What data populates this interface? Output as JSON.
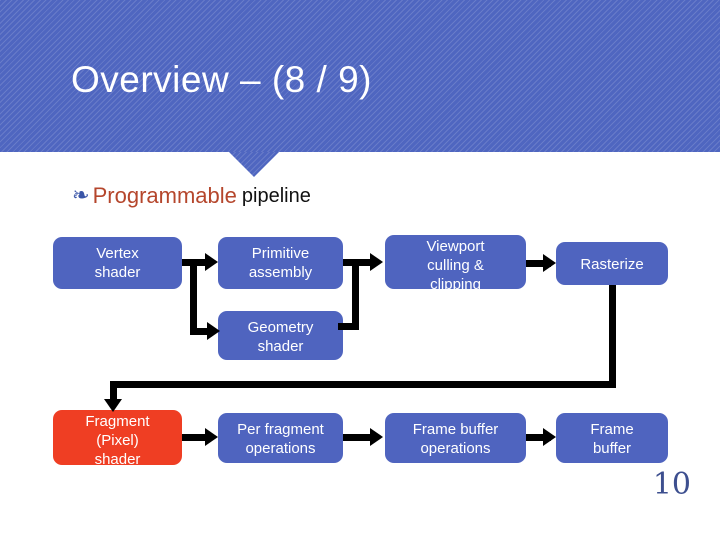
{
  "slide": {
    "title": "Overview – (8 / 9)",
    "page_number": "10",
    "colors": {
      "header_blue": "#4f66c0",
      "box_blue": "#4f64bf",
      "box_red": "#ef3e23",
      "bullet_blue": "#3a55a8",
      "heading_red": "#b5462c",
      "page_number": "#3d4f8f",
      "connector_black": "#000000"
    }
  },
  "bullet": {
    "glyph": "❧",
    "glyph_name": "swirl-ornament-bullet",
    "emphasis_text": "Programmable",
    "rest_text": "pipeline"
  },
  "diagram": {
    "name": "programmable-graphics-pipeline",
    "boxes": [
      {
        "id": "vertex-shader",
        "label": "Vertex\nshader",
        "line1": "Vertex",
        "line2": "shader",
        "line3": "",
        "color": "blue"
      },
      {
        "id": "primitive-assembly",
        "label": "Primitive\nassembly",
        "line1": "Primitive",
        "line2": "assembly",
        "line3": "",
        "color": "blue"
      },
      {
        "id": "viewport-culling",
        "label": "Viewport\nculling &\nclipping",
        "line1": "Viewport",
        "line2": "culling &",
        "line3": "clipping",
        "color": "blue"
      },
      {
        "id": "rasterize",
        "label": "Rasterize",
        "line1": "Rasterize",
        "line2": "",
        "line3": "",
        "color": "blue"
      },
      {
        "id": "geometry-shader",
        "label": "Geometry\nshader",
        "line1": "Geometry",
        "line2": "shader",
        "line3": "",
        "color": "blue"
      },
      {
        "id": "fragment-shader",
        "label": "Fragment\n(Pixel)\nshader",
        "line1": "Fragment",
        "line2": "(Pixel)",
        "line3": "shader",
        "color": "red"
      },
      {
        "id": "per-fragment-ops",
        "label": "Per fragment\noperations",
        "line1": "Per fragment",
        "line2": "operations",
        "line3": "",
        "color": "blue"
      },
      {
        "id": "frame-buffer-ops",
        "label": "Frame buffer\noperations",
        "line1": "Frame buffer",
        "line2": "operations",
        "line3": "",
        "color": "blue"
      },
      {
        "id": "frame-buffer",
        "label": "Frame\nbuffer",
        "line1": "Frame",
        "line2": "buffer",
        "line3": "",
        "color": "blue"
      }
    ],
    "connections": [
      {
        "from": "vertex-shader",
        "to": "primitive-assembly"
      },
      {
        "from": "vertex-shader",
        "to": "geometry-shader"
      },
      {
        "from": "primitive-assembly",
        "to": "viewport-culling"
      },
      {
        "from": "geometry-shader",
        "to": "viewport-culling"
      },
      {
        "from": "viewport-culling",
        "to": "rasterize"
      },
      {
        "from": "rasterize",
        "to": "fragment-shader"
      },
      {
        "from": "fragment-shader",
        "to": "per-fragment-ops"
      },
      {
        "from": "per-fragment-ops",
        "to": "frame-buffer-ops"
      },
      {
        "from": "frame-buffer-ops",
        "to": "frame-buffer"
      }
    ]
  }
}
